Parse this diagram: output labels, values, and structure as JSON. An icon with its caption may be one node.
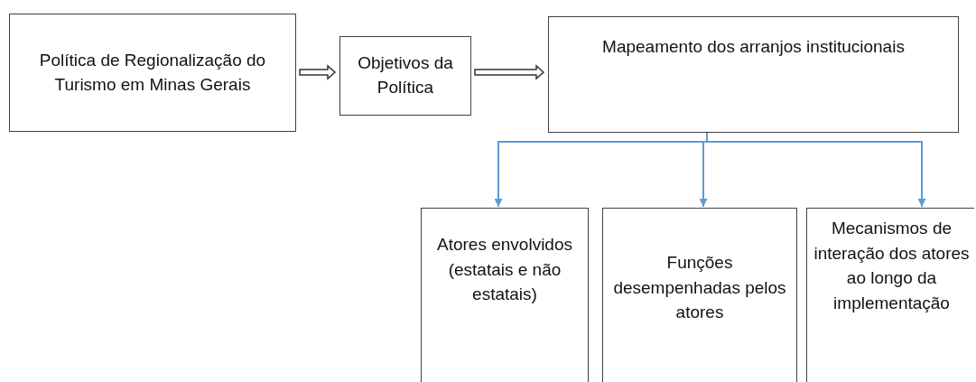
{
  "diagram": {
    "nodes": [
      {
        "text": [
          "Política de Regionalização do Turismo em Minas Gerais"
        ]
      },
      {
        "text": [
          "Objetivos da Política"
        ]
      },
      {
        "text": [
          "Mapeamento dos arranjos institucionais"
        ]
      },
      {
        "text": [
          "Atores envolvidos (estatais e não estatais)"
        ]
      },
      {
        "text": [
          "Funções desempenhadas pelos atores"
        ]
      },
      {
        "text": [
          "Mecanismos de interação dos atores ao longo da implementação"
        ]
      }
    ],
    "edges": [
      {
        "from": 0,
        "to": 1,
        "arrow": "to",
        "style": "thick"
      },
      {
        "from": 1,
        "to": 2,
        "arrow": "to",
        "style": "thick"
      },
      {
        "from": 2,
        "to": 3,
        "arrow": "to",
        "color": "#5b9bd5"
      },
      {
        "from": 2,
        "to": 4,
        "arrow": "to",
        "color": "#5b9bd5"
      },
      {
        "from": 2,
        "to": 5,
        "arrow": "to",
        "color": "#5b9bd5"
      }
    ]
  }
}
